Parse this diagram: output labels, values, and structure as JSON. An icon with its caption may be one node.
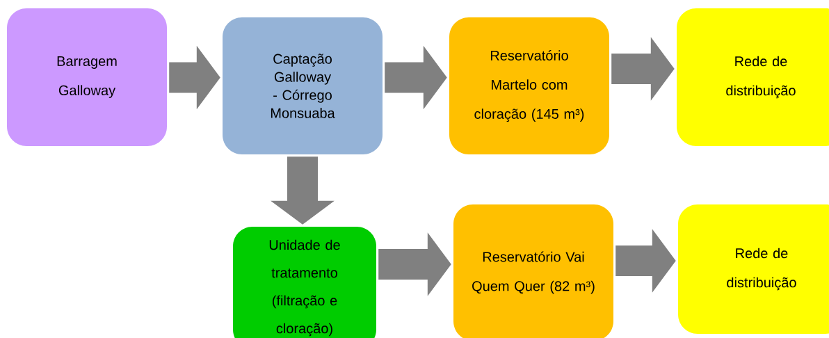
{
  "diagram": {
    "nodes": [
      {
        "text": [
          "Barragem Galloway"
        ]
      },
      {
        "text": [
          "Captação Galloway - Córrego Monsuaba"
        ]
      },
      {
        "text": [
          "Reservatório Martelo com cloração (145 m³)"
        ]
      },
      {
        "text": [
          "Rede de distribuição"
        ]
      },
      {
        "text": [
          "Unidade de tratamento (filtração e cloração)"
        ]
      },
      {
        "text": [
          "Reservatório Vai Quem Quer (82 m³)"
        ]
      },
      {
        "text": [
          "Rede de distribuição"
        ]
      }
    ],
    "edges": [
      {
        "from": 0,
        "to": 1,
        "arrow": "to"
      },
      {
        "from": 1,
        "to": 2,
        "arrow": "to"
      },
      {
        "from": 2,
        "to": 3,
        "arrow": "to"
      },
      {
        "from": 1,
        "to": 4,
        "arrow": "to"
      },
      {
        "from": 4,
        "to": 5,
        "arrow": "to"
      },
      {
        "from": 5,
        "to": 6,
        "arrow": "to"
      }
    ]
  }
}
